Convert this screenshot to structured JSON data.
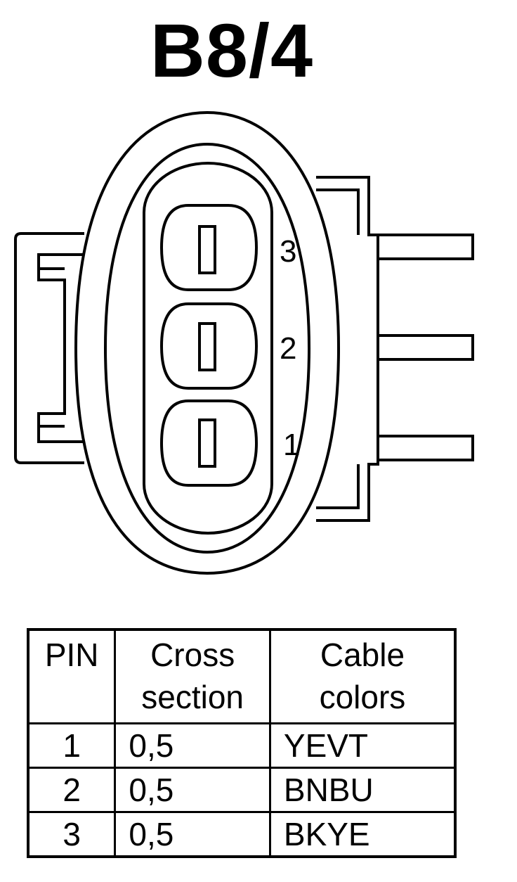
{
  "title": "B8/4",
  "connector": {
    "pin_labels": [
      "3",
      "2",
      "1"
    ]
  },
  "table": {
    "headers": {
      "pin": "PIN",
      "cross_section": [
        "Cross",
        "section"
      ],
      "cable_colors": [
        "Cable",
        "colors"
      ]
    },
    "rows": [
      {
        "pin": "1",
        "cross_section": "0,5",
        "color": "YEVT"
      },
      {
        "pin": "2",
        "cross_section": "0,5",
        "color": "BNBU"
      },
      {
        "pin": "3",
        "cross_section": "0,5",
        "color": "BKYE"
      }
    ]
  }
}
